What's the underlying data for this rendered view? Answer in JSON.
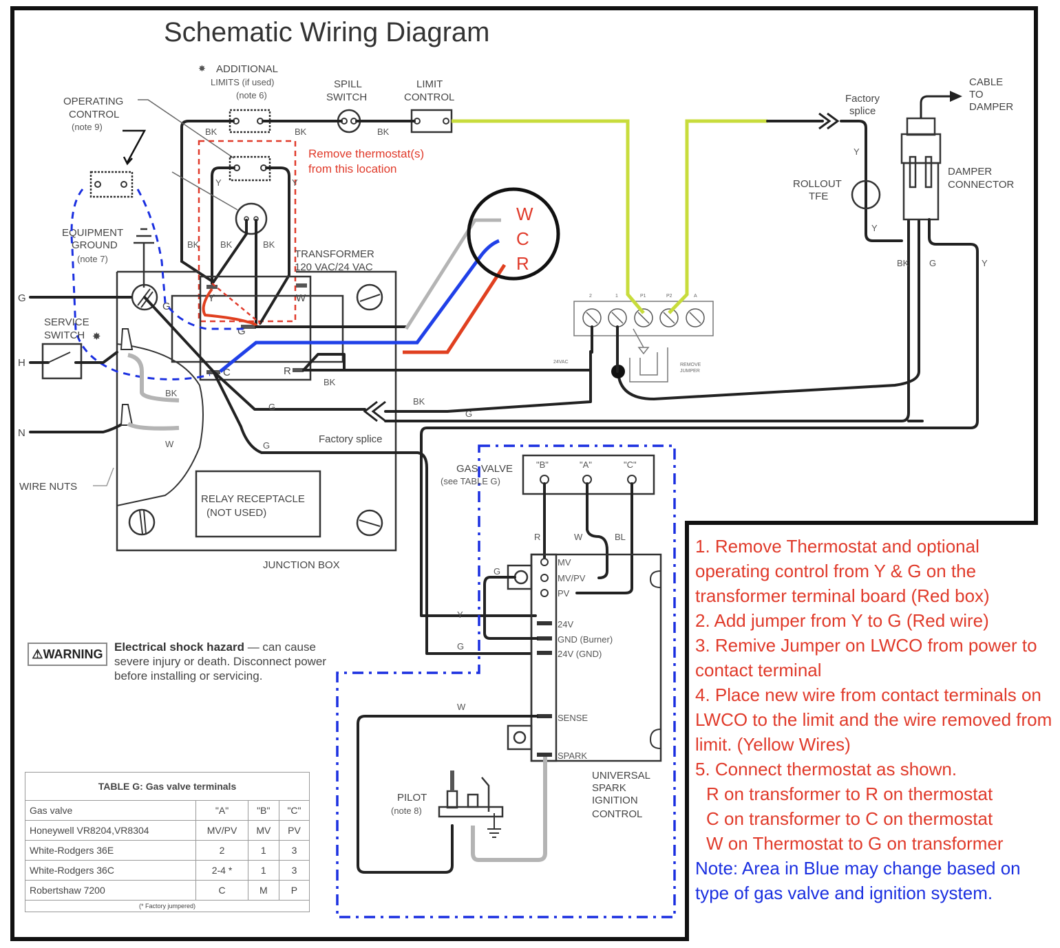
{
  "title": "Schematic Wiring Diagram",
  "labels": {
    "additional_limits": [
      "ADDITIONAL",
      "LIMITS (if used)",
      "(note 6)"
    ],
    "spill_switch": [
      "SPILL",
      "SWITCH"
    ],
    "limit_control": [
      "LIMIT",
      "CONTROL"
    ],
    "operating_control": [
      "OPERATING",
      "CONTROL",
      "(note 9)"
    ],
    "remove_thermostat": [
      "Remove thermostat(s)",
      "from this location"
    ],
    "equipment_ground": [
      "EQUIPMENT",
      "GROUND",
      "(note 7)"
    ],
    "transformer": [
      "TRANSFORMER",
      "120 VAC/24 VAC"
    ],
    "service_switch": [
      "SERVICE",
      "SWITCH"
    ],
    "wire_nuts": "WIRE NUTS",
    "relay_receptacle": [
      "RELAY RECEPTACLE",
      "(NOT USED)"
    ],
    "junction_box": "JUNCTION BOX",
    "factory_splice": "Factory splice",
    "factory_splice_top": [
      "Factory",
      "splice"
    ],
    "cable_to_damper": [
      "CABLE",
      "TO",
      "DAMPER"
    ],
    "rollout_tfe": [
      "ROLLOUT",
      "TFE"
    ],
    "damper_connector": [
      "DAMPER",
      "CONNECTOR"
    ],
    "gas_valve": [
      "GAS VALVE",
      "(see TABLE G)"
    ],
    "gas_valve_terminals": [
      "\"B\"",
      "\"A\"",
      "\"C\""
    ],
    "control_terminals": [
      "MV",
      "MV/PV",
      "PV",
      "24V",
      "GND (Burner)",
      "24V (GND)",
      "SENSE",
      "SPARK"
    ],
    "spark_control": [
      "UNIVERSAL",
      "SPARK",
      "IGNITION",
      "CONTROL"
    ],
    "pilot": [
      "PILOT",
      "(note 8)"
    ],
    "lwco_terminals": [
      "2",
      "1",
      "P1",
      "P2",
      "A"
    ],
    "lwco_24vac": "24VAC",
    "remove_jumper": [
      "REMOVE",
      "JUMPER"
    ],
    "thermostat_terminals": [
      "W",
      "C",
      "R"
    ],
    "line_labels": [
      "G",
      "H",
      "N"
    ],
    "transformer_terminals": [
      "Y",
      "G",
      "W",
      "C",
      "R"
    ],
    "wire_colors": {
      "bk": "BK",
      "g": "G",
      "y": "Y",
      "w": "W",
      "r": "R",
      "bl": "BL"
    }
  },
  "warning": {
    "badge": "WARNING",
    "headline": "Electrical shock hazard",
    "text": " — can cause severe injury or death. Disconnect power before installing or servicing."
  },
  "table_g": {
    "caption": "TABLE G: Gas valve terminals",
    "headers": [
      "Gas valve",
      "\"A\"",
      "\"B\"",
      "\"C\""
    ],
    "rows": [
      [
        "Honeywell VR8204,VR8304",
        "MV/PV",
        "MV",
        "PV"
      ],
      [
        "White-Rodgers 36E",
        "2",
        "1",
        "3"
      ],
      [
        "White-Rodgers 36C",
        "2-4 *",
        "1",
        "3"
      ],
      [
        "Robertshaw 7200",
        "C",
        "M",
        "P"
      ]
    ],
    "footnote": "(* Factory jumpered)"
  },
  "instructions": [
    {
      "text": "1. Remove Thermostat and optional operating control from Y & G on the transformer terminal board (Red box)",
      "color": "red"
    },
    {
      "text": "2. Add jumper from Y to G (Red wire)",
      "color": "red"
    },
    {
      "text": "3. Remive Jumper on LWCO from power to contact terminal",
      "color": "red"
    },
    {
      "text": "4. Place new wire from contact terminals on LWCO to the limit and the wire removed from limit. (Yellow Wires)",
      "color": "red"
    },
    {
      "text": "5. Connect thermostat as shown.",
      "color": "red"
    },
    {
      "text": "R on transformer to R on thermostat",
      "color": "red",
      "indent": true
    },
    {
      "text": "C on transformer to C on thermostat",
      "color": "red",
      "indent": true
    },
    {
      "text": "W on Thermostat to G on transformer",
      "color": "red",
      "indent": true
    },
    {
      "text": "Note:  Area in Blue may change based on type of gas valve and ignition system.",
      "color": "blue"
    }
  ],
  "colors": {
    "annotation_red": "#e03a2a",
    "annotation_blue": "#1a2fe0",
    "wire_yellow": "#c8dc3c",
    "wire_gray": "#b4b4b4",
    "wire_blue": "#2040e8",
    "wire_red": "#e04020"
  }
}
